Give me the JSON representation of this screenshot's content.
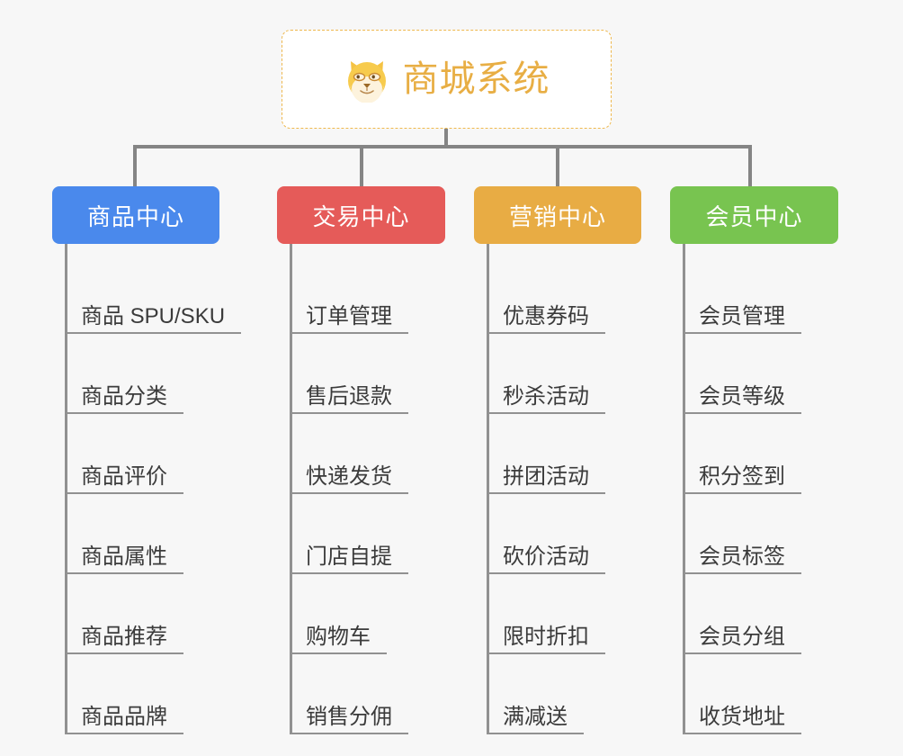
{
  "page": {
    "background_color": "#f7f7f7",
    "diagram_type": "organization-tree",
    "line_color": "#919191"
  },
  "root": {
    "icon": "shiba-inu-dog-face-emoji",
    "title": "商城系统",
    "text_color": "#e8ae44",
    "border_color": "#eeb84e",
    "background_color": "#ffffff"
  },
  "columns": [
    {
      "id": "product-center",
      "label": "商品中心",
      "color": "#4a89ec",
      "items": [
        {
          "label": "商品 SPU/SKU"
        },
        {
          "label": "商品分类"
        },
        {
          "label": "商品评价"
        },
        {
          "label": "商品属性"
        },
        {
          "label": "商品推荐"
        },
        {
          "label": "商品品牌"
        }
      ]
    },
    {
      "id": "trade-center",
      "label": "交易中心",
      "color": "#e55b59",
      "items": [
        {
          "label": "订单管理"
        },
        {
          "label": "售后退款"
        },
        {
          "label": "快递发货"
        },
        {
          "label": "门店自提"
        },
        {
          "label": "购物车"
        },
        {
          "label": "销售分佣"
        }
      ]
    },
    {
      "id": "marketing-center",
      "label": "营销中心",
      "color": "#e8ac44",
      "items": [
        {
          "label": "优惠券码"
        },
        {
          "label": "秒杀活动"
        },
        {
          "label": "拼团活动"
        },
        {
          "label": "砍价活动"
        },
        {
          "label": "限时折扣"
        },
        {
          "label": "满减送"
        }
      ]
    },
    {
      "id": "member-center",
      "label": "会员中心",
      "color": "#78c450",
      "items": [
        {
          "label": "会员管理"
        },
        {
          "label": "会员等级"
        },
        {
          "label": "积分签到"
        },
        {
          "label": "会员标签"
        },
        {
          "label": "会员分组"
        },
        {
          "label": "收货地址"
        }
      ]
    }
  ]
}
